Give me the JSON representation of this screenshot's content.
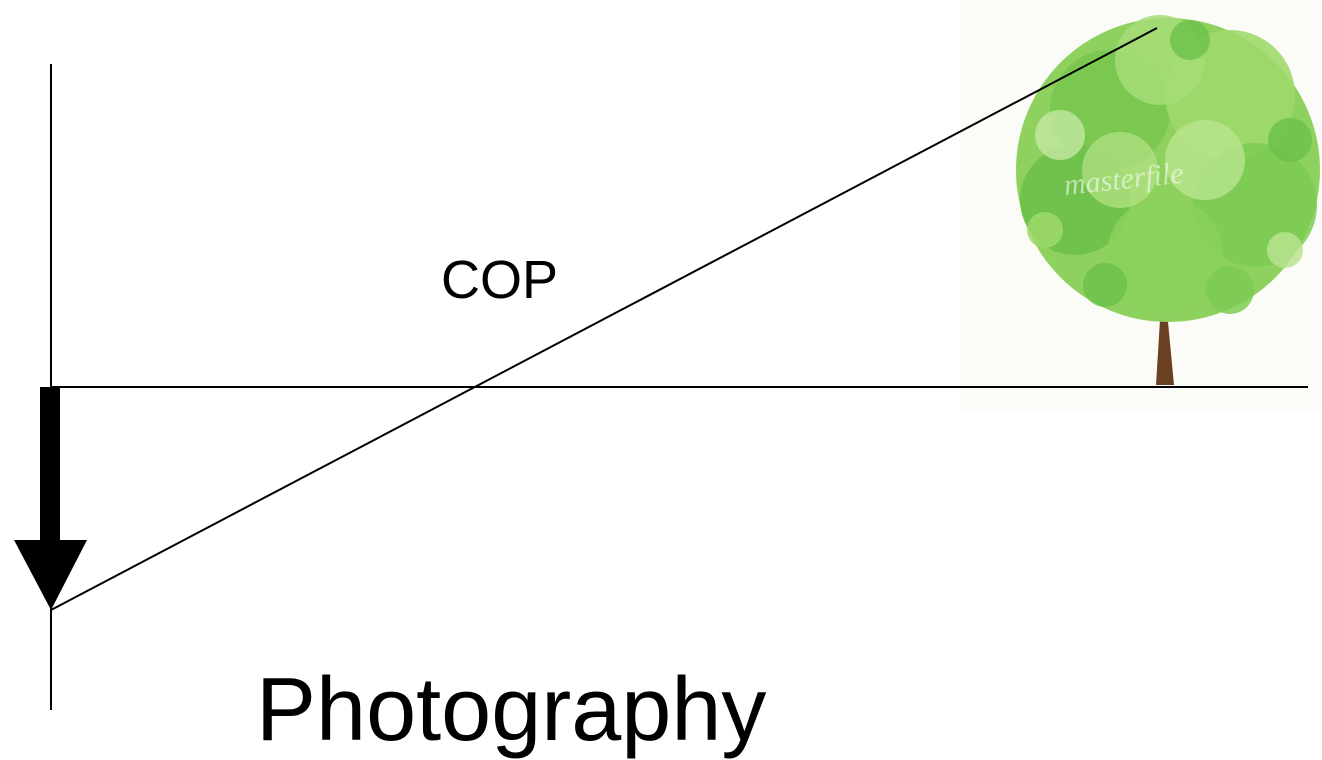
{
  "diagram": {
    "cop_label": "COP",
    "title": "Photography",
    "tree_watermark": "masterfile"
  },
  "colors": {
    "line": "#000000",
    "leaf_dark": "#6cc04a",
    "leaf_mid": "#8fd15e",
    "leaf_light": "#b9e38f",
    "trunk": "#6b3f22"
  },
  "icons": {
    "tree": "tree-image",
    "arrow": "down-arrow"
  }
}
